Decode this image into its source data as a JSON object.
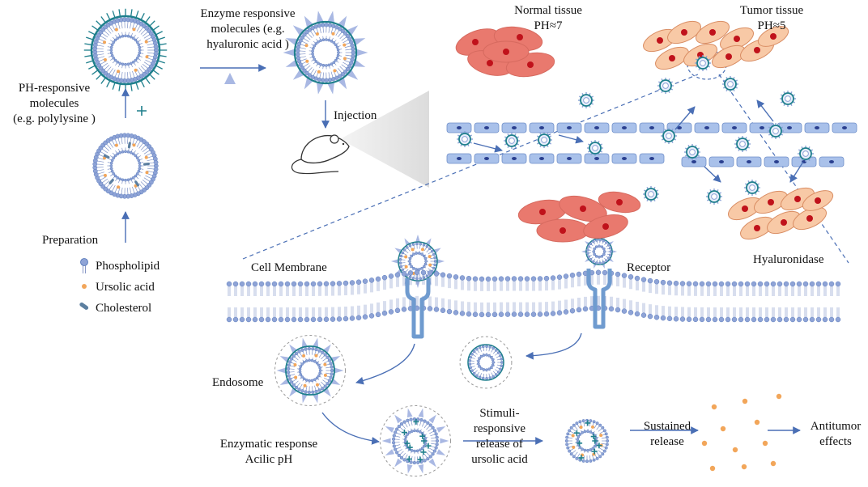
{
  "diagram": {
    "labels": {
      "enzyme_responsive": [
        "Enzyme responsive",
        "molecules (e.g.",
        "hyaluronic acid )"
      ],
      "ph_responsive": [
        "PH-responsive",
        "molecules",
        "(e.g. polylysine )"
      ],
      "preparation": "Preparation",
      "injection": "Injection",
      "normal_tissue": [
        "Normal tissue",
        "PH≈7"
      ],
      "tumor_tissue": [
        "Tumor tissue",
        "PH≈5"
      ],
      "cell_membrane": "Cell Membrane",
      "receptor": "Receptor",
      "hyaluronidase": "Hyaluronidase",
      "endosome": "Endosome",
      "enzymatic_response": [
        "Enzymatic response",
        "Acilic  pH"
      ],
      "stimuli_release": [
        "Stimuli-",
        "responsive",
        "release of",
        "ursolic acid"
      ],
      "sustained_release": [
        "Sustained",
        "release"
      ],
      "antitumor_effects": [
        "Antitumor",
        "effects"
      ]
    },
    "legend": [
      {
        "label": "Phospholipid",
        "icon": "phospholipid-icon"
      },
      {
        "label": "Ursolic acid",
        "icon": "ursolic-acid-icon"
      },
      {
        "label": "Cholesterol",
        "icon": "cholesterol-icon"
      }
    ],
    "colors": {
      "blue": "#4a6fb5",
      "teal": "#1e7f8c",
      "lipid": "#8ea3d6",
      "orange": "#f2a65a",
      "normal_cell": "#e9796e",
      "tumor_cell": "#f8c9a6",
      "nucleus": "#c0121b",
      "vessel": "#a9c1ea"
    }
  }
}
